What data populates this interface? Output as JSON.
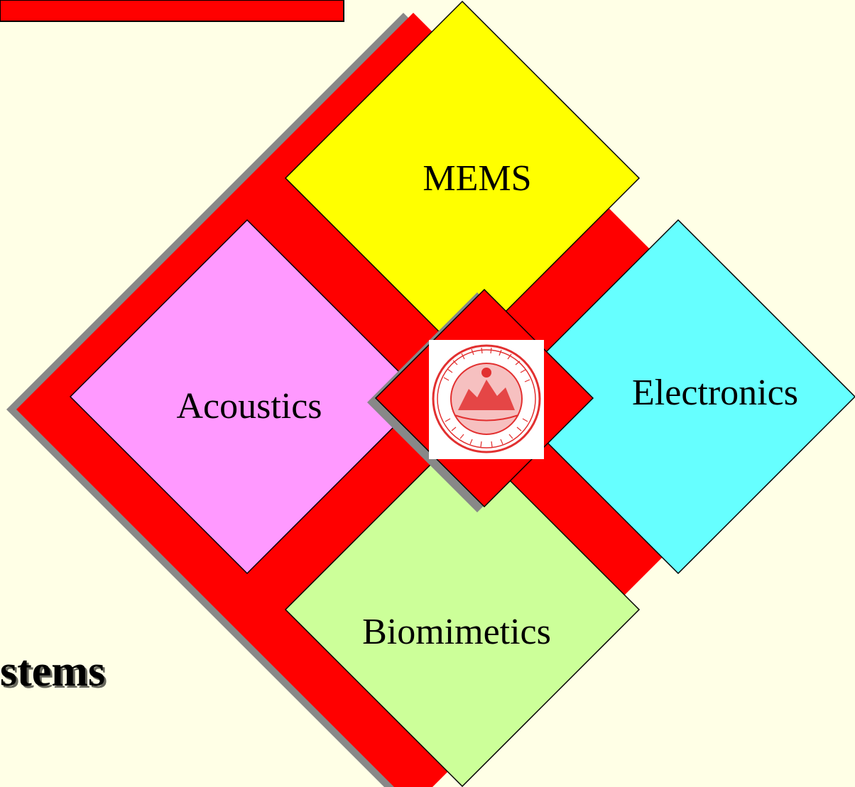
{
  "colors": {
    "background": "#ffffe6",
    "frame_red": "#ff0000",
    "shadow_gray": "#888888",
    "mems_fill": "#ffff00",
    "acoustics_fill": "#ff99ff",
    "electronics_fill": "#66ffff",
    "biomimetics_fill": "#ccff99",
    "seal_red": "#e23030"
  },
  "title_fragment": "stems",
  "topics": {
    "mems": "MEMS",
    "acoustics": "Acoustics",
    "electronics": "Electronics",
    "biomimetics": "Biomimetics"
  },
  "seal": {
    "description_icon": "university-seal-icon"
  }
}
